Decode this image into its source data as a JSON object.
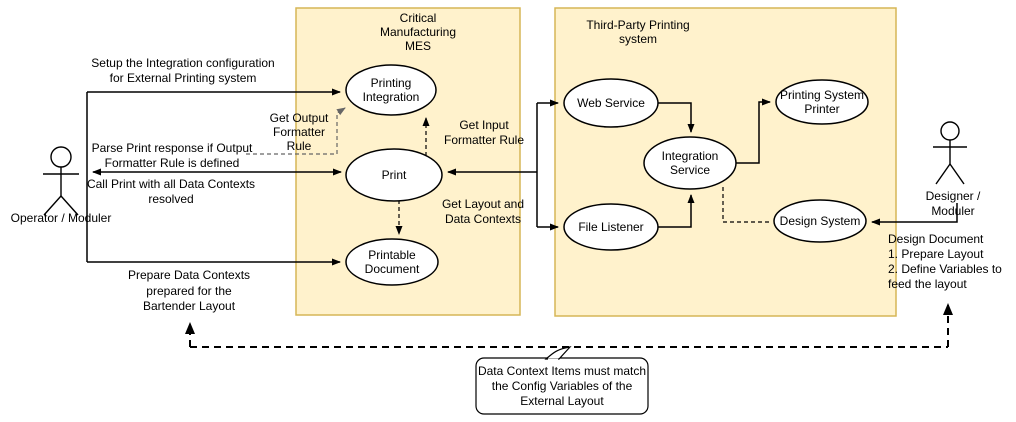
{
  "diagram": {
    "colors": {
      "container_fill": "#fff2cc",
      "container_border": "#d6b656",
      "shape_fill": "#ffffff",
      "shape_border": "#000000",
      "dashed_gray": "#666666",
      "line_black": "#000000"
    },
    "actors": {
      "operator": {
        "label": "Operator / Moduler"
      },
      "designer": {
        "label": "Designer / Moduler"
      }
    },
    "containers": {
      "mes": {
        "title": "Critical\nManufacturing\nMES"
      },
      "third_party": {
        "title": "Third-Party Printing\nsystem"
      }
    },
    "use_cases": {
      "printing_integration": {
        "label": "Printing\nIntegration"
      },
      "print": {
        "label": "Print"
      },
      "printable_document": {
        "label": "Printable\nDocument"
      },
      "web_service": {
        "label": "Web Service"
      },
      "file_listener": {
        "label": "File Listener"
      },
      "integration_service": {
        "label": "Integration\nService"
      },
      "printing_system_printer": {
        "label": "Printing System\nPrinter"
      },
      "design_system": {
        "label": "Design System"
      }
    },
    "edge_labels": {
      "setup": "Setup the Integration configuration\nfor External Printing system",
      "get_output_formatter": "Get Output\nFormatter\nRule",
      "parse_print": "Parse Print response if Output\nFormatter Rule is defined",
      "call_print": "Call Print with all Data Contexts\nresolved",
      "get_input_formatter": "Get Input\nFormatter Rule",
      "get_layout": "Get Layout and\nData Contexts",
      "prepare_data_contexts": "Prepare Data Contexts\nprepared for the\nBartender Layout",
      "design_document": "Design Document\n1. Prepare Layout\n2. Define Variables to\nfeed the layout"
    },
    "callout": {
      "text": "Data Context Items must match\nthe Config Variables of the\nExternal Layout"
    }
  }
}
